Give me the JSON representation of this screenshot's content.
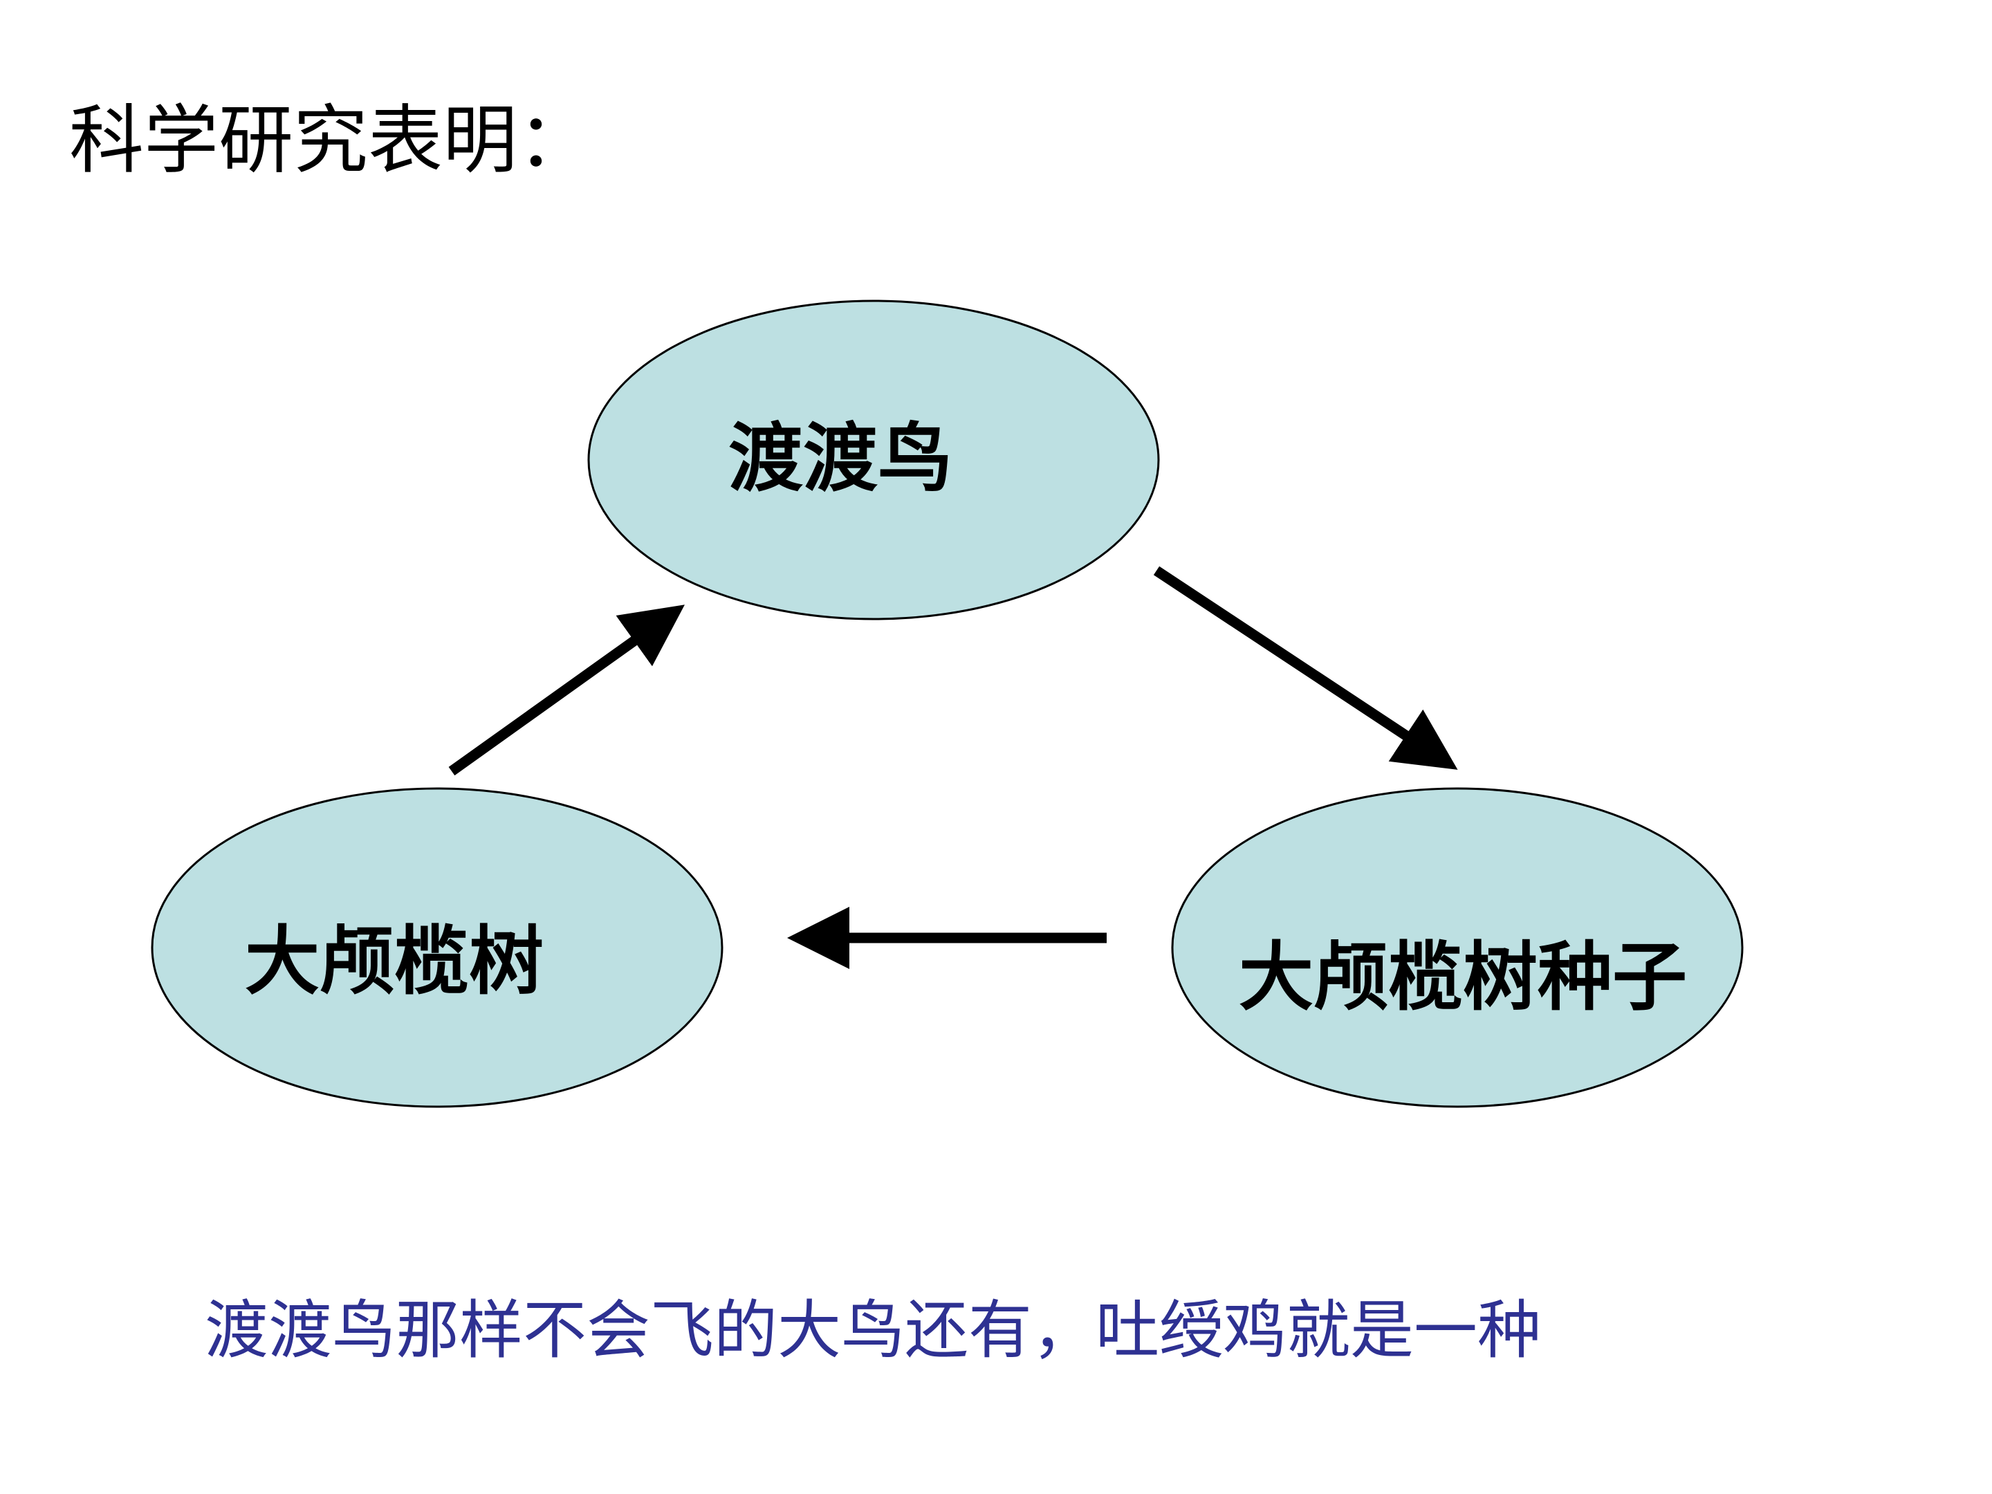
{
  "title": "科学研究表明：",
  "diagram": {
    "nodes": {
      "dodo": {
        "label": "渡渡鸟"
      },
      "tree": {
        "label": "大颅榄树"
      },
      "seed": {
        "label": "大颅榄树种子"
      }
    },
    "edges": [
      {
        "from": "tree",
        "to": "dodo"
      },
      {
        "from": "dodo",
        "to": "seed"
      },
      {
        "from": "seed",
        "to": "tree"
      }
    ]
  },
  "caption": "渡渡鸟那样不会飞的大鸟还有，吐绶鸡就是一种",
  "colors": {
    "node_fill": "#bde0e2",
    "node_stroke": "#000000",
    "arrow": "#000000",
    "caption": "#2e3192",
    "text": "#000000"
  }
}
